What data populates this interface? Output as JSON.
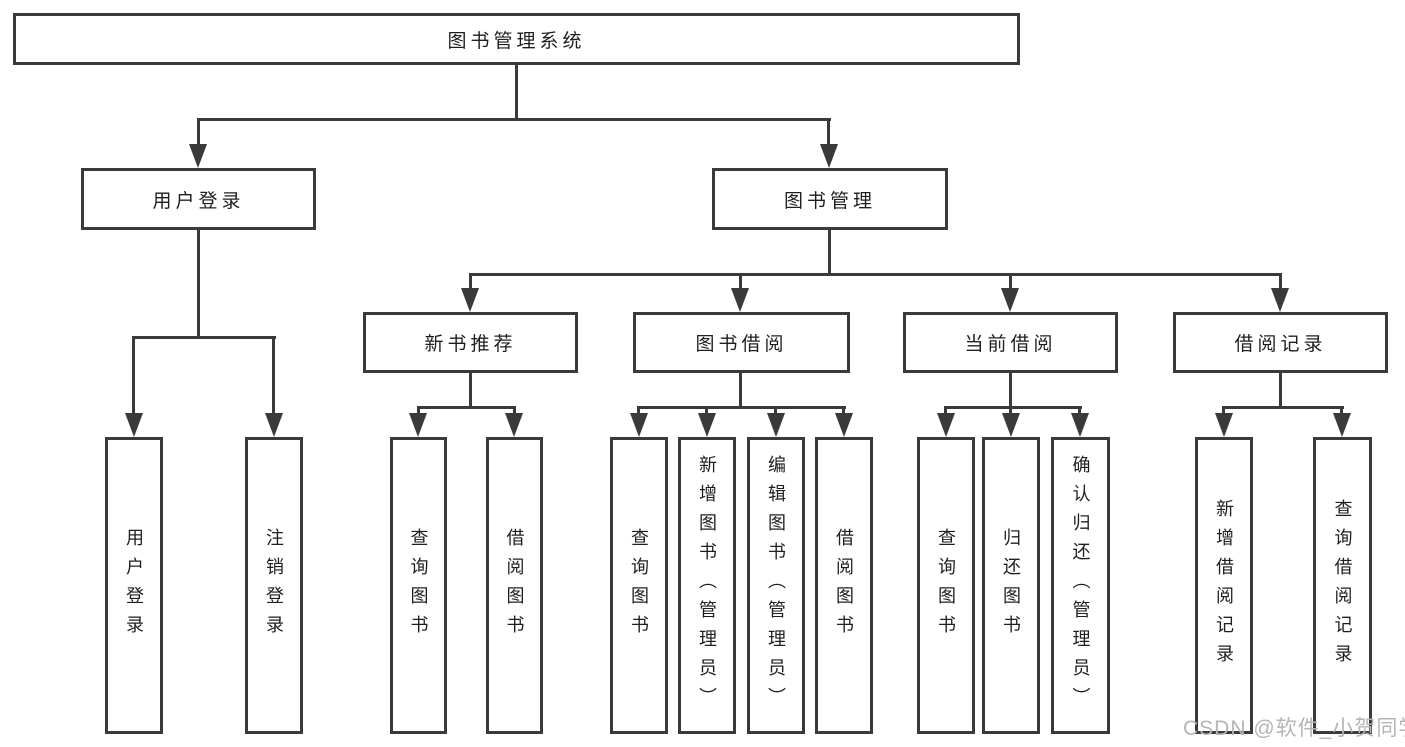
{
  "colors": {
    "line": "#3a3a3a",
    "text": "#1f1f1f",
    "watermark": "#b5b5b5",
    "background": "#ffffff"
  },
  "watermark": {
    "text": "CSDN @软件_小贺同学"
  },
  "tree": {
    "label": "图书管理系统",
    "children": [
      {
        "label": "用户登录",
        "children": [
          {
            "label": "用户登录"
          },
          {
            "label": "注销登录"
          }
        ]
      },
      {
        "label": "图书管理",
        "children": [
          {
            "label": "新书推荐",
            "children": [
              {
                "label": "查询图书"
              },
              {
                "label": "借阅图书"
              }
            ]
          },
          {
            "label": "图书借阅",
            "children": [
              {
                "label": "查询图书"
              },
              {
                "label": "新增图书（管理员）"
              },
              {
                "label": "编辑图书（管理员）"
              },
              {
                "label": "借阅图书"
              }
            ]
          },
          {
            "label": "当前借阅",
            "children": [
              {
                "label": "查询图书"
              },
              {
                "label": "归还图书"
              },
              {
                "label": "确认归还（管理员）"
              }
            ]
          },
          {
            "label": "借阅记录",
            "children": [
              {
                "label": "新增借阅记录"
              },
              {
                "label": "查询借阅记录"
              }
            ]
          }
        ]
      }
    ]
  }
}
